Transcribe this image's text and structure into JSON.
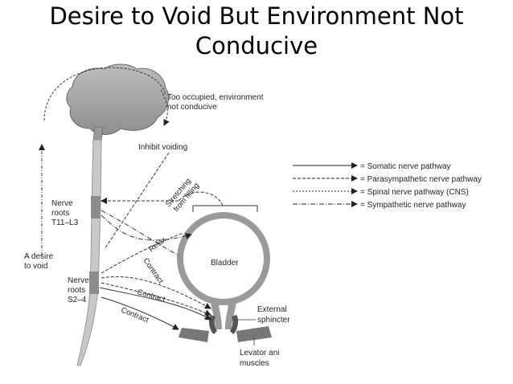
{
  "title": {
    "line1": "Desire to Void But Environment Not",
    "line2": "Conducive"
  },
  "labels": {
    "too_occupied_1": "Too occupied, environment",
    "too_occupied_2": "not conducive",
    "inhibit_voiding": "Inhibit voiding",
    "nerve_roots_t_1": "Nerve",
    "nerve_roots_t_2": "roots",
    "nerve_roots_t_3": "T11–L3",
    "desire_1": "A desire",
    "desire_2": "to void",
    "nerve_roots_s_1": "Nerve",
    "nerve_roots_s_2": "roots",
    "nerve_roots_s_3": "S2–4",
    "stretching_1": "Stretching",
    "stretching_2": "from filling",
    "relax": "Relax",
    "contract_1": "Contract",
    "contract_2": "Contract",
    "contract_3": "Contract",
    "bladder": "Bladder",
    "external_1": "External",
    "external_2": "sphincter",
    "levator_1": "Levator ani",
    "levator_2": "muscles"
  },
  "legend": {
    "somatic": "= Somatic nerve pathway",
    "parasympathetic": "= Parasympathetic nerve pathway",
    "spinal": "= Spinal nerve pathway (CNS)",
    "sympathetic": "= Sympathetic nerve pathway"
  }
}
